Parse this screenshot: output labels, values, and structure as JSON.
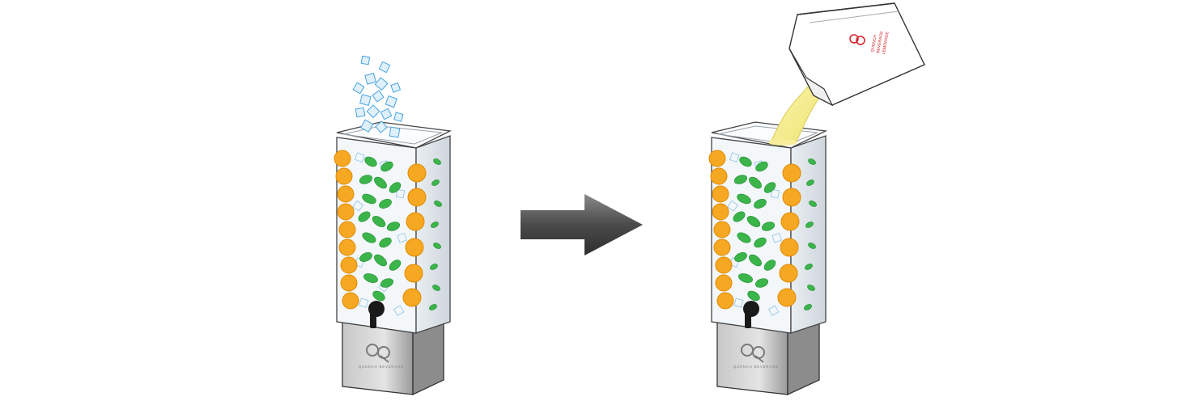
{
  "steps": [
    {
      "action": "add-ice",
      "fruit_color": "#f7a823",
      "leaf_color": "#3bb54a",
      "ice_color": "#4aa3df"
    },
    {
      "action": "pour-liquid",
      "liquid_color": "#f2ea7c",
      "pitcher_color": "#d4202a"
    }
  ],
  "brand": {
    "logo_icon": "qb-logo-icon",
    "wordmark": "QUENCH BEVERAGE"
  },
  "pitcher_label": {
    "lines": [
      "QUENCH",
      "BEVERAGE",
      "LEMONADE"
    ]
  },
  "arrow": {
    "icon": "right-arrow-icon",
    "color": "#505050"
  }
}
